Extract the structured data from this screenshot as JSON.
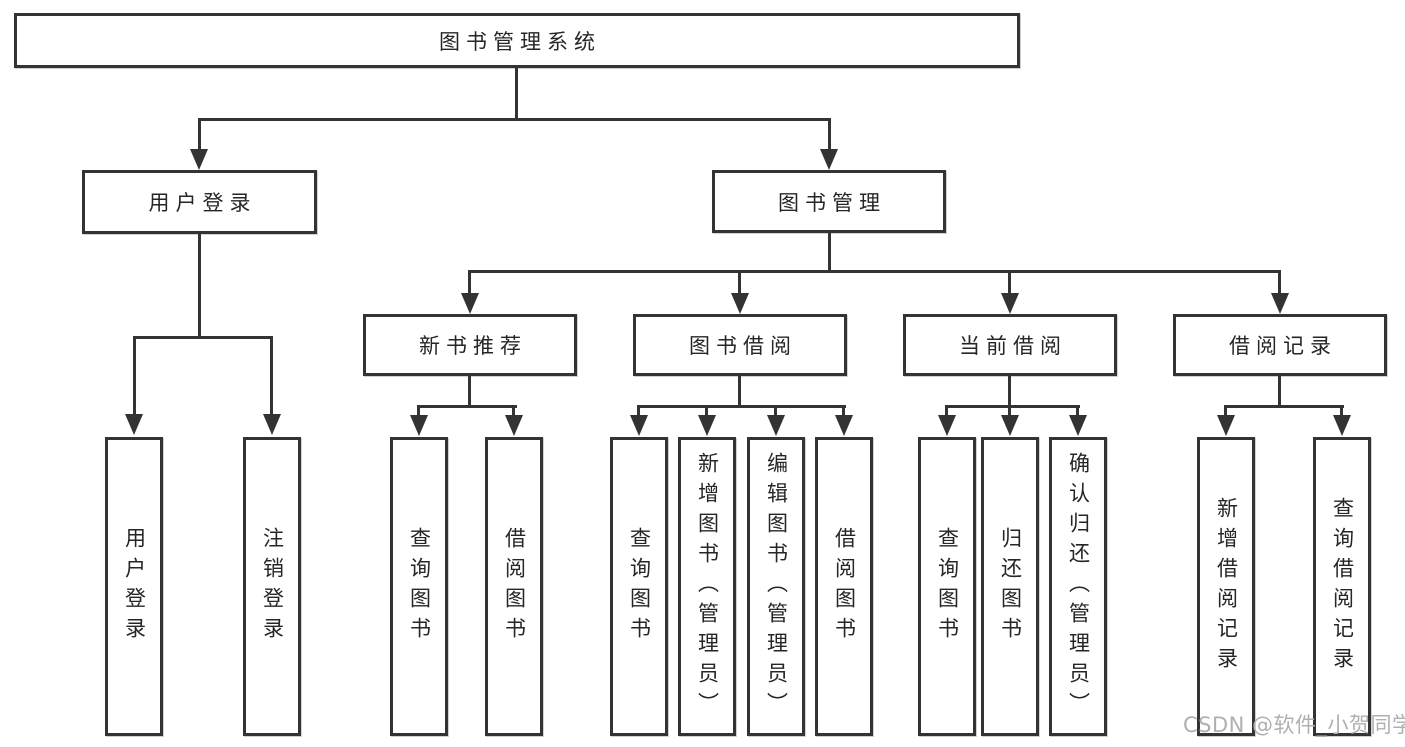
{
  "diagram_title": "图书管理系统",
  "nodes": {
    "root": {
      "label": "图书管理系统",
      "parent": null
    },
    "user_login": {
      "label": "用户登录",
      "parent": "图书管理系统"
    },
    "book_mgmt": {
      "label": "图书管理",
      "parent": "图书管理系统"
    },
    "new_book_rec": {
      "label": "新书推荐",
      "parent": "图书管理"
    },
    "book_borrow": {
      "label": "图书借阅",
      "parent": "图书管理"
    },
    "current_borrow": {
      "label": "当前借阅",
      "parent": "图书管理"
    },
    "borrow_records": {
      "label": "借阅记录",
      "parent": "图书管理"
    }
  },
  "leaves": [
    {
      "label": "用户登录",
      "parent": "用户登录"
    },
    {
      "label": "注销登录",
      "parent": "用户登录"
    },
    {
      "label": "查询图书",
      "parent": "新书推荐"
    },
    {
      "label": "借阅图书",
      "parent": "新书推荐"
    },
    {
      "label": "查询图书",
      "parent": "图书借阅"
    },
    {
      "label": "新增图书（管理员）",
      "parent": "图书借阅"
    },
    {
      "label": "编辑图书（管理员）",
      "parent": "图书借阅"
    },
    {
      "label": "借阅图书",
      "parent": "图书借阅"
    },
    {
      "label": "查询图书",
      "parent": "当前借阅"
    },
    {
      "label": "归还图书",
      "parent": "当前借阅"
    },
    {
      "label": "确认归还（管理员）",
      "parent": "当前借阅"
    },
    {
      "label": "新增借阅记录",
      "parent": "借阅记录"
    },
    {
      "label": "查询借阅记录",
      "parent": "借阅记录"
    }
  ],
  "watermark": {
    "text": "CSDN @软件_小贺同学",
    "color": "#b0b0b0"
  },
  "colors": {
    "background": "#ffffff",
    "box_border": "#333333",
    "connector_line": "#333333",
    "text": "#262626"
  }
}
